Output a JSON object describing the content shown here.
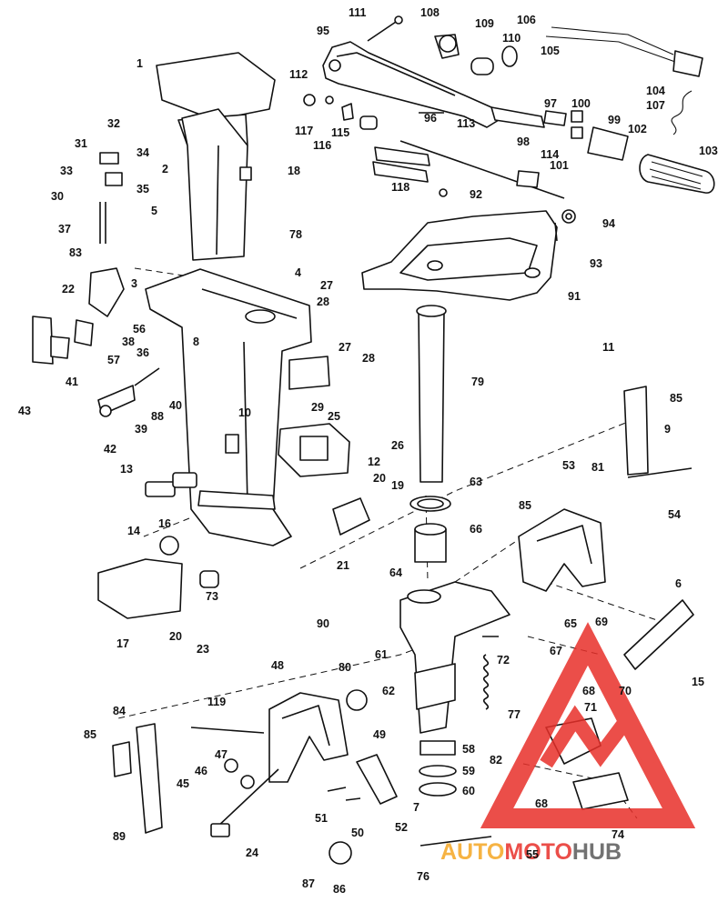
{
  "labels": [
    "111",
    "108",
    "109",
    "106",
    "95",
    "110",
    "105",
    "1",
    "112",
    "104",
    "107",
    "96",
    "117",
    "116",
    "115",
    "97",
    "98",
    "100",
    "99",
    "102",
    "113",
    "101",
    "114",
    "103",
    "32",
    "31",
    "34",
    "2",
    "33",
    "35",
    "18",
    "30",
    "5",
    "118",
    "92",
    "37",
    "94",
    "78",
    "83",
    "4",
    "93",
    "91",
    "22",
    "3",
    "27",
    "28",
    "56",
    "79",
    "38",
    "36",
    "8",
    "27",
    "28",
    "57",
    "29",
    "11",
    "85",
    "40",
    "10",
    "43",
    "41",
    "39",
    "88",
    "25",
    "9",
    "42",
    "26",
    "12",
    "81",
    "13",
    "54",
    "20",
    "19",
    "53",
    "63",
    "14",
    "16",
    "21",
    "85",
    "66",
    "64",
    "73",
    "17",
    "20",
    "23",
    "6",
    "90",
    "65",
    "69",
    "61",
    "67",
    "15",
    "48",
    "80",
    "62",
    "72",
    "68",
    "119",
    "71",
    "84",
    "77",
    "70",
    "47",
    "49",
    "58",
    "85",
    "46",
    "82",
    "45",
    "59",
    "60",
    "51",
    "7",
    "89",
    "68",
    "50",
    "52",
    "24",
    "74",
    "55",
    "87",
    "86",
    "76"
  ],
  "watermark": {
    "text_part1": "AUTO",
    "text_part2": "MOTO",
    "text_part3": "HUB",
    "color_triangle": "#e8302a",
    "color_text_a": "#f5a623",
    "color_text_b": "#e8302a",
    "color_text_c": "#5a5a5a"
  },
  "colors": {
    "line": "#111111",
    "background": "#ffffff"
  }
}
